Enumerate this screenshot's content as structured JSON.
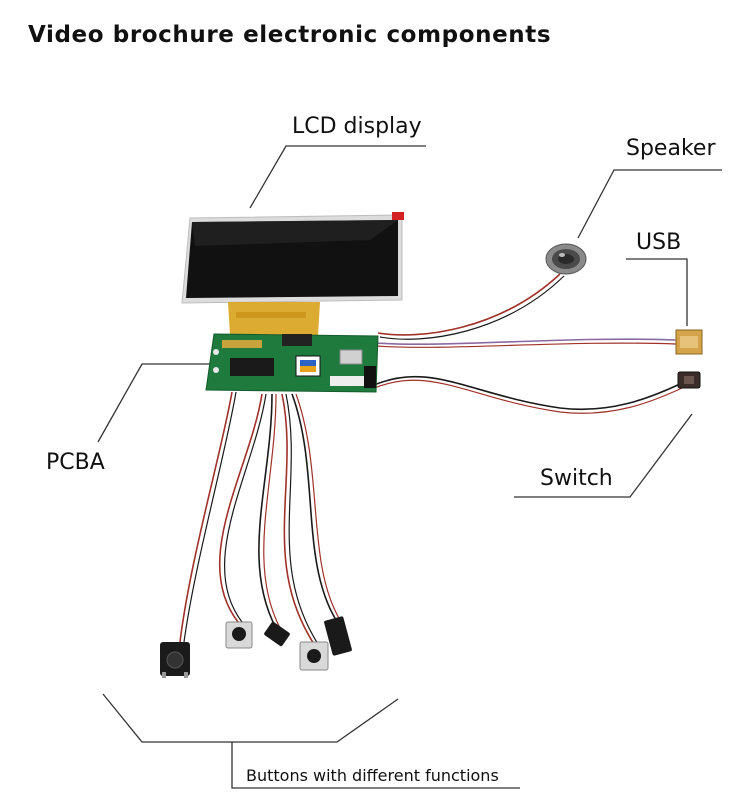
{
  "title": "Video brochure electronic components",
  "labels": {
    "lcd": "LCD display",
    "speaker": "Speaker",
    "usb": "USB",
    "pcba": "PCBA",
    "switch": "Switch",
    "buttons": "Buttons with different functions"
  },
  "colors": {
    "pcb": "#1f7a3e",
    "screen": "#111111",
    "bezel": "#dcdcdc",
    "flex_cable": "#d9a521",
    "wire_red": "#a0322a",
    "wire_black": "#1a1a1a",
    "leader_line": "#333333"
  }
}
